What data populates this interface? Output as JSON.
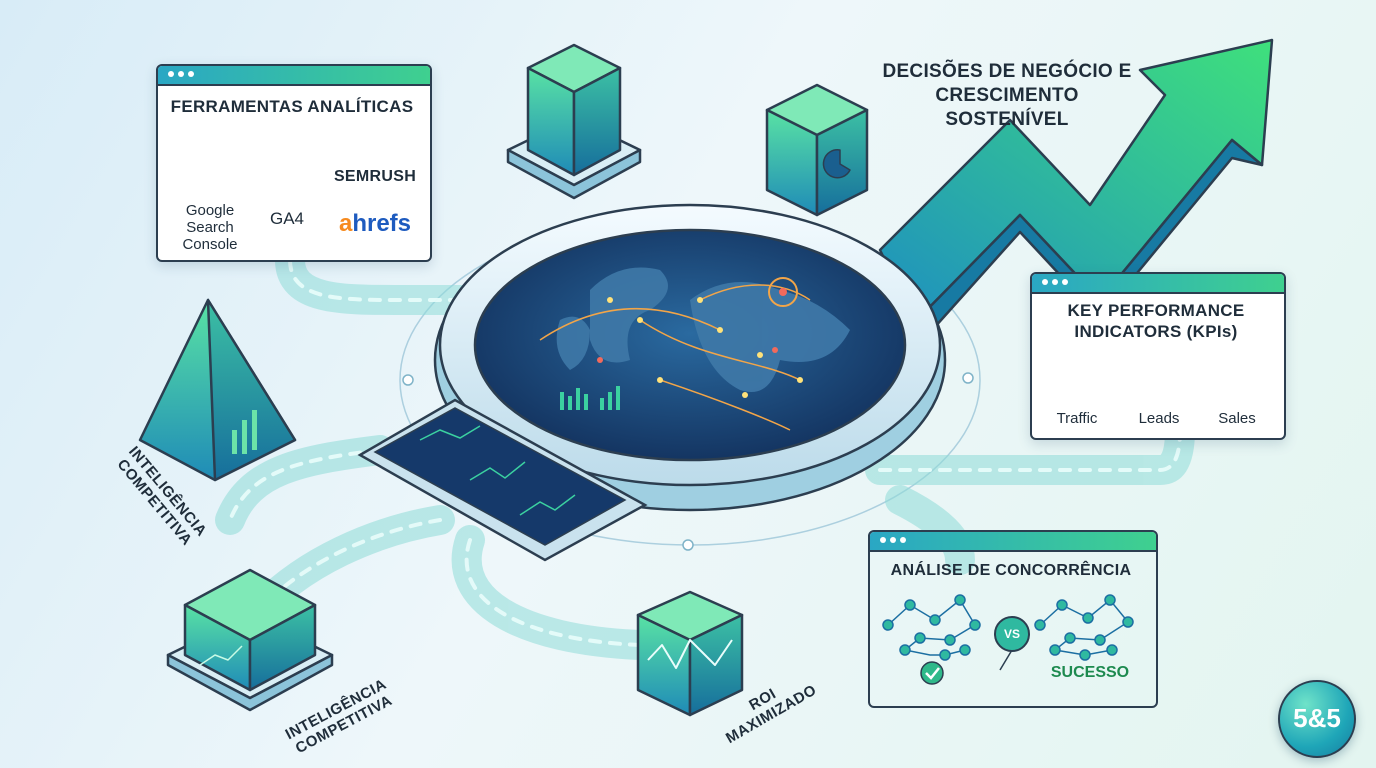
{
  "headline": [
    "DECISÕES DE NEGÓCIO E",
    "CRESCIMENTO SOSTENÍVEL"
  ],
  "tools_card": {
    "title": "FERRAMENTAS ANALÍTICAS",
    "google_label": [
      "Google",
      "Search",
      "Console"
    ],
    "ga4_label": "GA4",
    "semrush_label": "SEMRUSH",
    "ahrefs_label": [
      "a",
      "hrefs"
    ]
  },
  "kpi_card": {
    "title": [
      "KEY PERFORMANCE",
      "INDICATORS (KPIs)"
    ],
    "items": [
      "Traffic",
      "Leads",
      "Sales"
    ]
  },
  "competition_card": {
    "title": "ANÁLISE DE CONCORRÊNCIA",
    "vs_label": "VS",
    "success_label": "SUCESSO"
  },
  "labels": {
    "pyramid": [
      "INTELIGÊNCIA",
      "COMPETITIVA"
    ],
    "cube_bottom": [
      "INTELIGÊNCIA",
      "COMPETITIVA"
    ],
    "roi": [
      "ROI",
      "MAXIMIZADO"
    ]
  },
  "badge": "5&5",
  "colors": {
    "accent_teal": "#2aa7c4",
    "accent_green": "#3fd08f",
    "outline": "#2c3e50",
    "screen_dark": "#15396a"
  }
}
